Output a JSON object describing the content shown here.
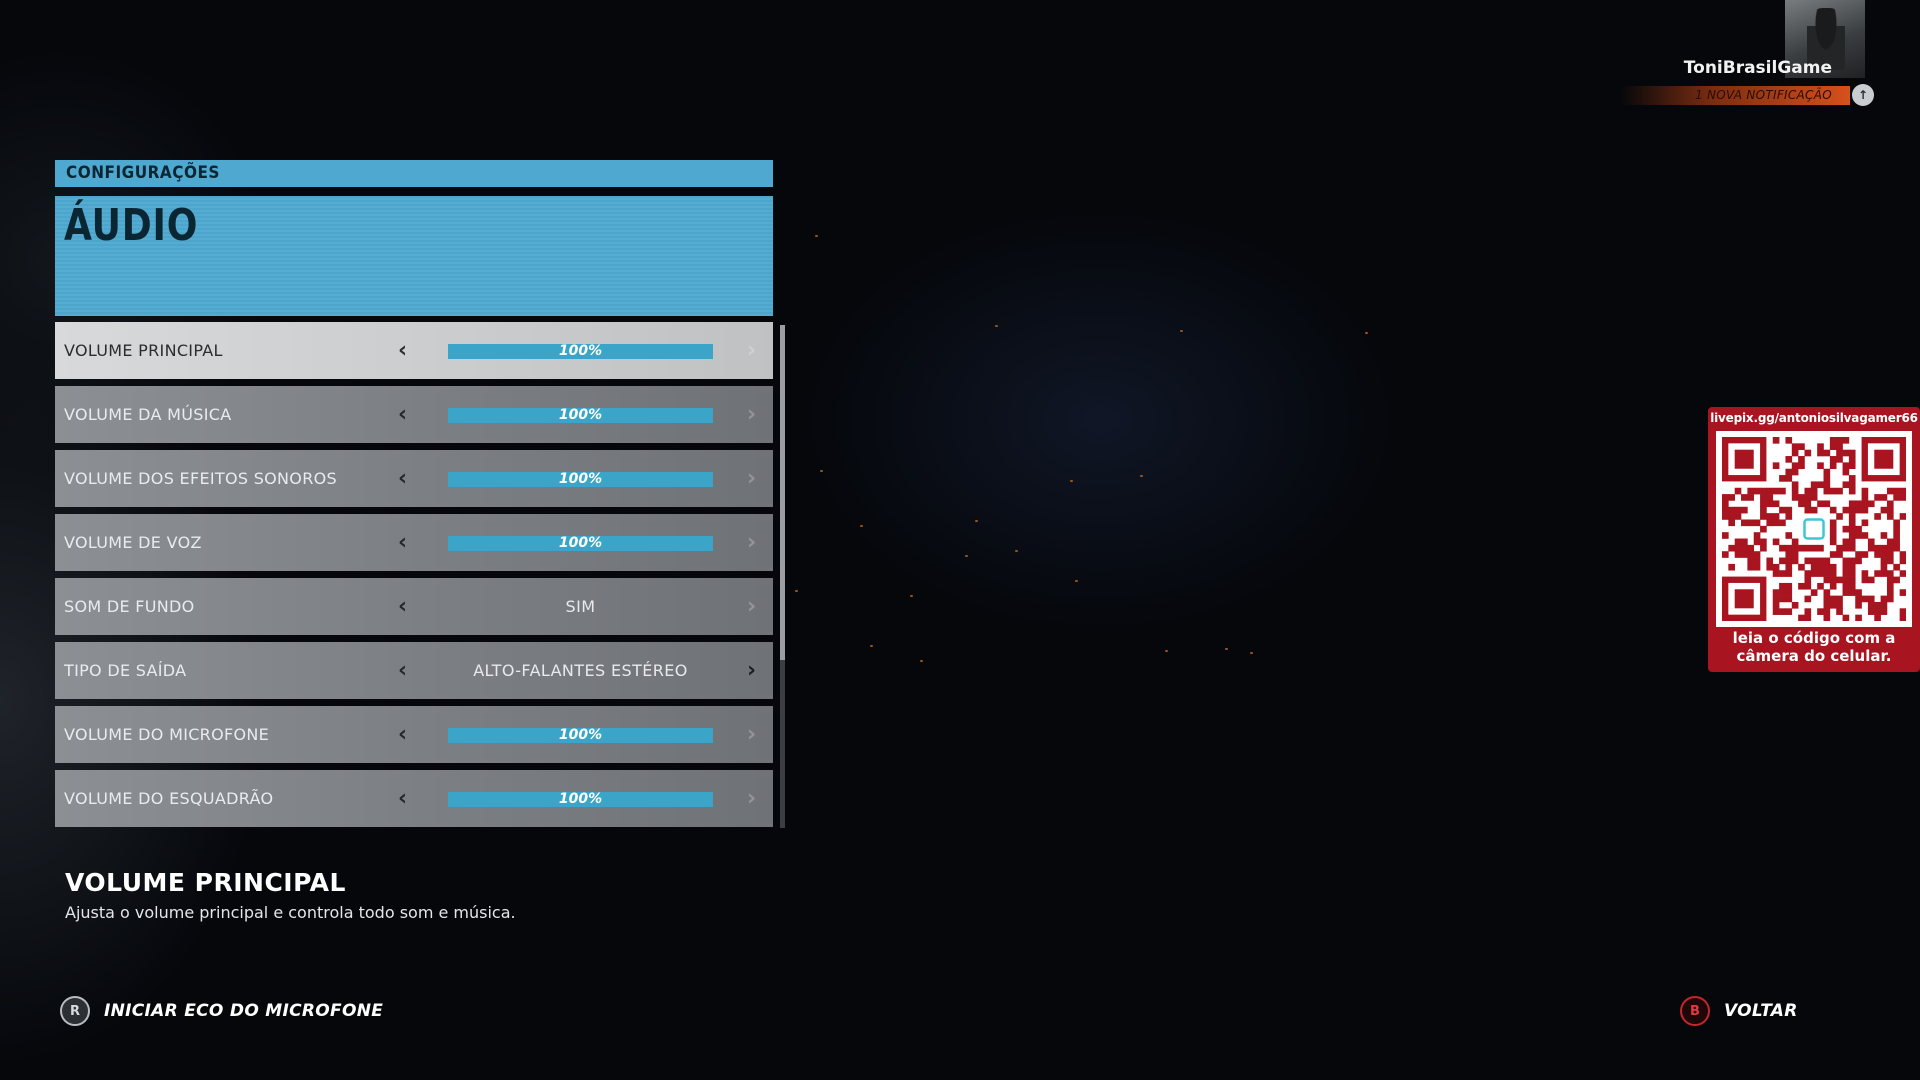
{
  "header": {
    "category": "CONFIGURAÇÕES",
    "title": "ÁUDIO"
  },
  "settings": [
    {
      "label": "VOLUME PRINCIPAL",
      "type": "slider",
      "value": 100,
      "display": "100%",
      "selected": true
    },
    {
      "label": "VOLUME DA MÚSICA",
      "type": "slider",
      "value": 100,
      "display": "100%",
      "selected": false
    },
    {
      "label": "VOLUME DOS EFEITOS SONOROS",
      "type": "slider",
      "value": 100,
      "display": "100%",
      "selected": false
    },
    {
      "label": "VOLUME DE VOZ",
      "type": "slider",
      "value": 100,
      "display": "100%",
      "selected": false
    },
    {
      "label": "SOM DE FUNDO",
      "type": "option",
      "display": "SIM",
      "selected": false
    },
    {
      "label": "TIPO DE SAÍDA",
      "type": "option",
      "display": "ALTO-FALANTES ESTÉREO",
      "selected": false
    },
    {
      "label": "VOLUME DO MICROFONE",
      "type": "slider",
      "value": 100,
      "display": "100%",
      "selected": false
    },
    {
      "label": "VOLUME DO ESQUADRÃO",
      "type": "slider",
      "value": 100,
      "display": "100%",
      "selected": false
    }
  ],
  "description": {
    "title": "VOLUME PRINCIPAL",
    "text": "Ajusta o volume principal e controla todo som e música."
  },
  "prompts": {
    "left": {
      "button": "R",
      "label": "INICIAR ECO DO MICROFONE"
    },
    "right": {
      "button": "B",
      "label": "VOLTAR"
    }
  },
  "profile": {
    "username": "ToniBrasilGame",
    "notification": "1 NOVA NOTIFICAÇÃO"
  },
  "qr": {
    "url": "livepix.gg/antoniosilvagamer66",
    "caption_line1": "leia o código com a",
    "caption_line2": "câmera do celular."
  },
  "colors": {
    "accent": "#4ea8cf",
    "bar_fill": "#3aa5c9",
    "qr_panel": "#a8141f",
    "notification": "#d6511c"
  }
}
